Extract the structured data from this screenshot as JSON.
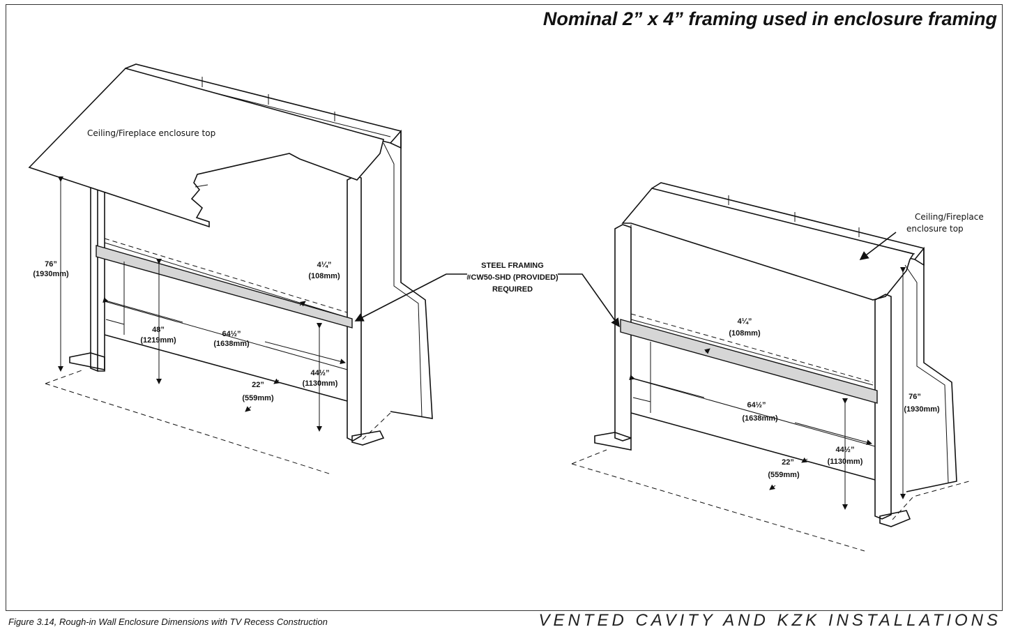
{
  "header": {
    "title": "Nominal 2” x 4” framing used in enclosure framing"
  },
  "footer": {
    "caption": "Figure 3.14, Rough-in Wall Enclosure Dimensions with TV Recess Construction",
    "section": "VENTED CAVITY AND KZK INSTALLATIONS"
  },
  "callout": {
    "line1": "STEEL FRAMING",
    "line2": "#CW50-SHD (PROVIDED)",
    "line3": "REQUIRED"
  },
  "left_view": {
    "ceiling_label": "Ceiling/Fireplace enclosure top",
    "height_in": "76”",
    "height_mm": "(1930mm)",
    "header_in": "4¼”",
    "header_mm": "(108mm)",
    "recess_height_in": "48”",
    "recess_height_mm": "(1219mm)",
    "width_in": "64½”",
    "width_mm": "(1638mm)",
    "opening_in": "44½”",
    "opening_mm": "(1130mm)",
    "depth_in": "22”",
    "depth_mm": "(559mm)"
  },
  "right_view": {
    "ceiling_label_line1": "Ceiling/Fireplace",
    "ceiling_label_line2": "enclosure top",
    "height_in": "76”",
    "height_mm": "(1930mm)",
    "header_in": "4¼”",
    "header_mm": "(108mm)",
    "width_in": "64½”",
    "width_mm": "(1638mm)",
    "opening_in": "44½”",
    "opening_mm": "(1130mm)",
    "depth_in": "22”",
    "depth_mm": "(559mm)"
  }
}
